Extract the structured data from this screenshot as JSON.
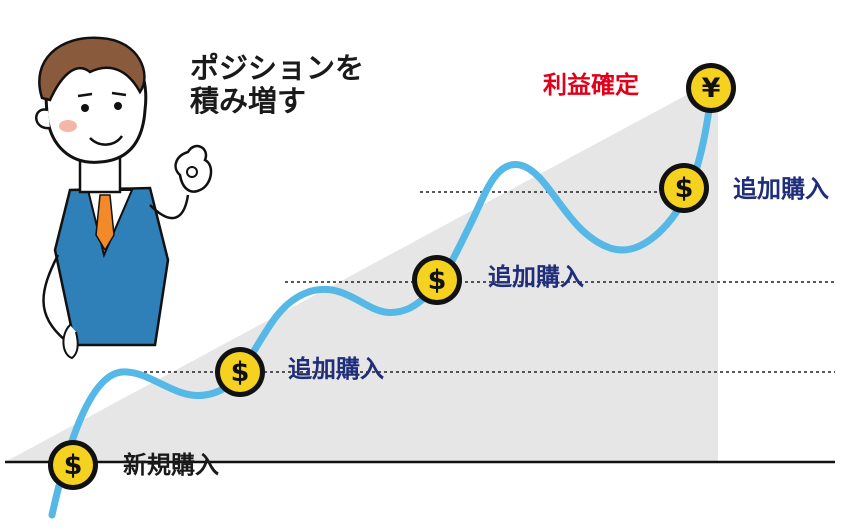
{
  "headline": {
    "line1": "ポジションを",
    "line2": "積み増す"
  },
  "labels": {
    "initial_buy": "新規購入",
    "additional_buy_1": "追加購入",
    "additional_buy_2": "追加購入",
    "additional_buy_3": "追加購入",
    "take_profit": "利益確定"
  },
  "coins": {
    "dollar_symbol": "$",
    "yen_symbol": "¥"
  },
  "colors": {
    "price_line": "#55b8e6",
    "trend_area": "#e6e6e6",
    "coin_gold": "#f5d21f",
    "label_navy": "#1f2d7a",
    "take_profit_red": "#e0001a",
    "suit_blue": "#2f7fb8"
  }
}
